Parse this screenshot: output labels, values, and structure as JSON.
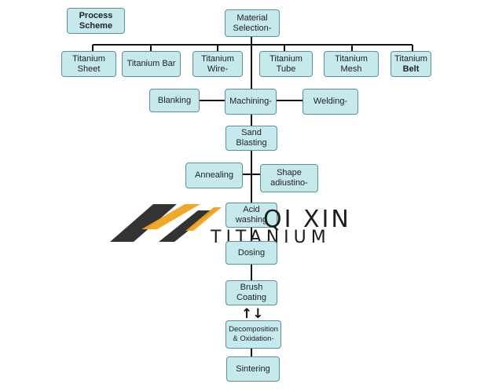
{
  "boxes": {
    "process_scheme": "Process\nScheme",
    "material_selection": "Material\nSelection-",
    "titanium_sheet": "Titanium\nSheet",
    "titanium_bar": "Titanium Bar",
    "titanium_wire": "Titanium\nWire-",
    "titanium_tube": "Titanium\nTube",
    "titanium_mesh": "Titanium\nMesh",
    "titanium_belt_line1": "Titanium",
    "titanium_belt_line2": "Belt",
    "blanking": "Blanking",
    "machining": "Machining-",
    "welding": "Welding-",
    "sand_blasting": "Sand\nBlasting",
    "annealing": "Annealing",
    "shape_adjusting": "Shape\nadiustino-",
    "acid_washing": "Acid\nwashing",
    "dosing": "Dosing",
    "brush_coating": "Brush\nCoating",
    "reversible_arrows": "↑↓",
    "decomposition": "Decomposition\n& Oxidation-",
    "sintering": "Sintering"
  },
  "watermark": {
    "line1": "QI XIN",
    "line2": "TITANIUM",
    "logo_color": "#f0a21c"
  }
}
